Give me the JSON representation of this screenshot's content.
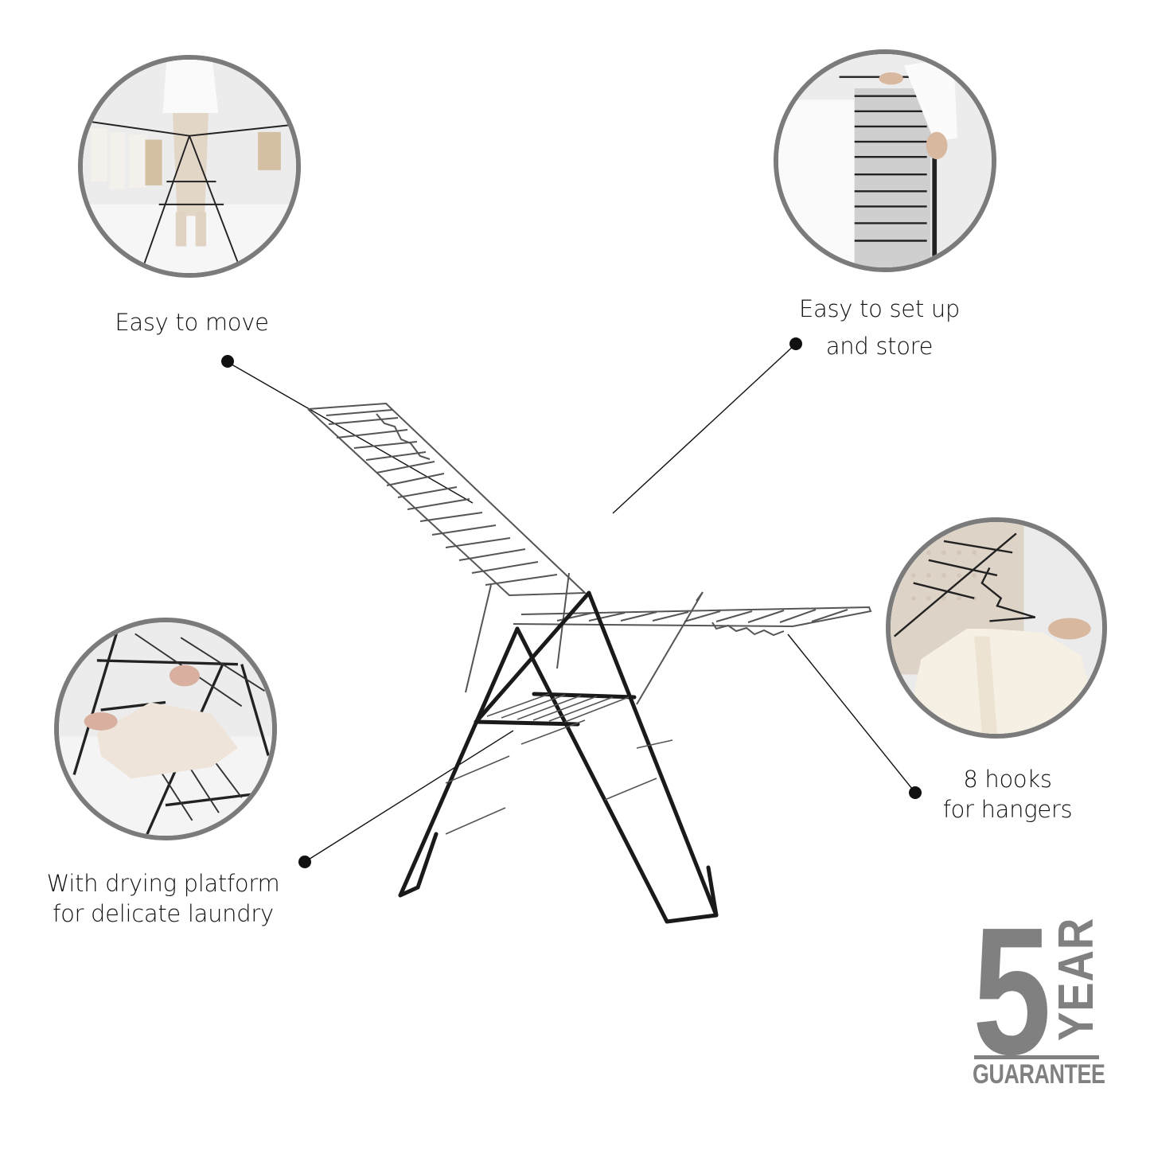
{
  "features": [
    {
      "id": "easy-to-move",
      "lines": [
        "Easy to move"
      ],
      "image": "woman-using-drying-rack-with-clothes"
    },
    {
      "id": "easy-to-set-up",
      "lines": [
        "Easy to set up",
        "and store"
      ],
      "image": "folded-rack-stored-beside-cabinet"
    },
    {
      "id": "hooks",
      "lines": [
        "8 hooks",
        "for hangers"
      ],
      "image": "shirt-on-hanger-hooked-to-rack"
    },
    {
      "id": "platform",
      "lines": [
        "With drying platform",
        "for delicate laundry"
      ],
      "image": "hands-placing-sweater-on-platform"
    }
  ],
  "guarantee": {
    "number": "5",
    "unit": "YEAR",
    "label": "GUARANTEE"
  },
  "product": {
    "name": "drying-rack-winged-with-platform",
    "frame_color": "#1a1a1a",
    "wire_color": "#6a6a6a"
  },
  "colors": {
    "circle_border": "#7b7b7b",
    "badge_gray": "#808080",
    "text": "#111111",
    "leader_line": "#111111"
  }
}
